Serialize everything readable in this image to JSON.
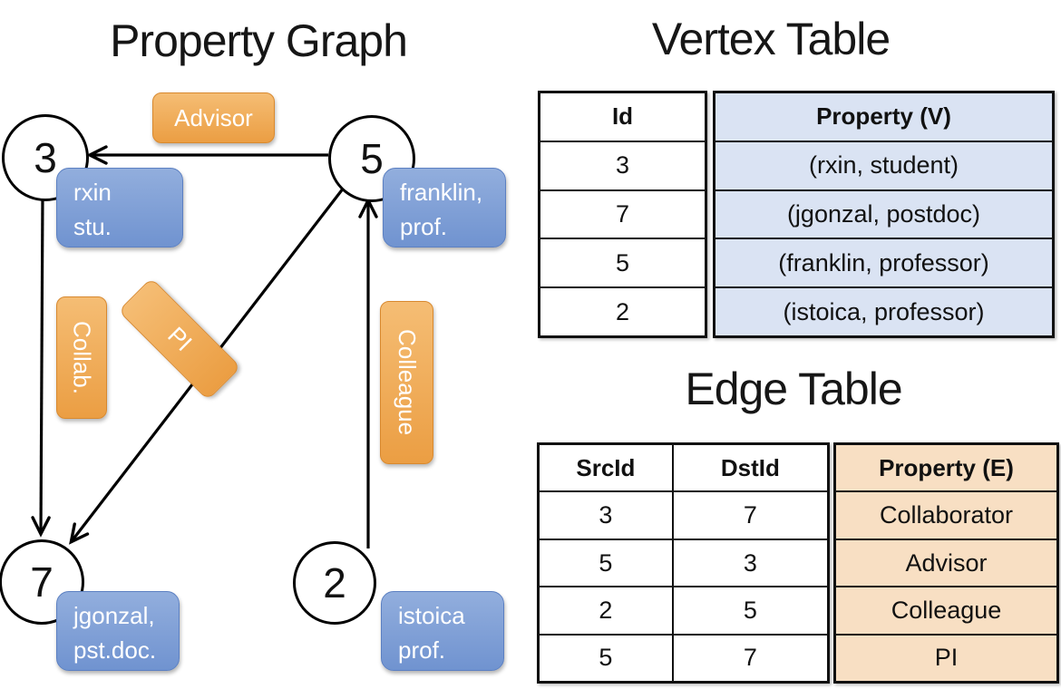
{
  "graph": {
    "title": "Property Graph",
    "vertices": [
      {
        "id": "3",
        "label_lines": [
          "rxin",
          "stu."
        ]
      },
      {
        "id": "5",
        "label_lines": [
          "franklin,",
          "prof."
        ]
      },
      {
        "id": "7",
        "label_lines": [
          "jgonzal,",
          "pst.doc."
        ]
      },
      {
        "id": "2",
        "label_lines": [
          "istoica",
          "prof."
        ]
      }
    ],
    "edge_labels": {
      "advisor": "Advisor",
      "collab": "Collab.",
      "pi": "PI",
      "colleague": "Colleague"
    }
  },
  "vertex_table": {
    "title": "Vertex Table",
    "columns": {
      "id": "Id",
      "property": "Property (V)"
    },
    "rows": [
      {
        "id": "3",
        "property": "(rxin, student)"
      },
      {
        "id": "7",
        "property": "(jgonzal, postdoc)"
      },
      {
        "id": "5",
        "property": "(franklin, professor)"
      },
      {
        "id": "2",
        "property": "(istoica, professor)"
      }
    ]
  },
  "edge_table": {
    "title": "Edge Table",
    "columns": {
      "src": "SrcId",
      "dst": "DstId",
      "property": "Property (E)"
    },
    "rows": [
      {
        "src": "3",
        "dst": "7",
        "property": "Collaborator"
      },
      {
        "src": "5",
        "dst": "3",
        "property": "Advisor"
      },
      {
        "src": "2",
        "dst": "5",
        "property": "Colleague"
      },
      {
        "src": "5",
        "dst": "7",
        "property": "PI"
      }
    ]
  },
  "colors": {
    "edge_label_fill_top": "#f5bd74",
    "edge_label_fill_bottom": "#eb9e43",
    "edge_label_border": "#d8892f",
    "vertex_label_fill_top": "#92aedd",
    "vertex_label_fill_bottom": "#7093d0",
    "vertex_label_border": "#5c80c2",
    "vertex_property_bg": "#dae3f3",
    "edge_property_bg": "#f8dfc3",
    "line_color": "#000000"
  }
}
